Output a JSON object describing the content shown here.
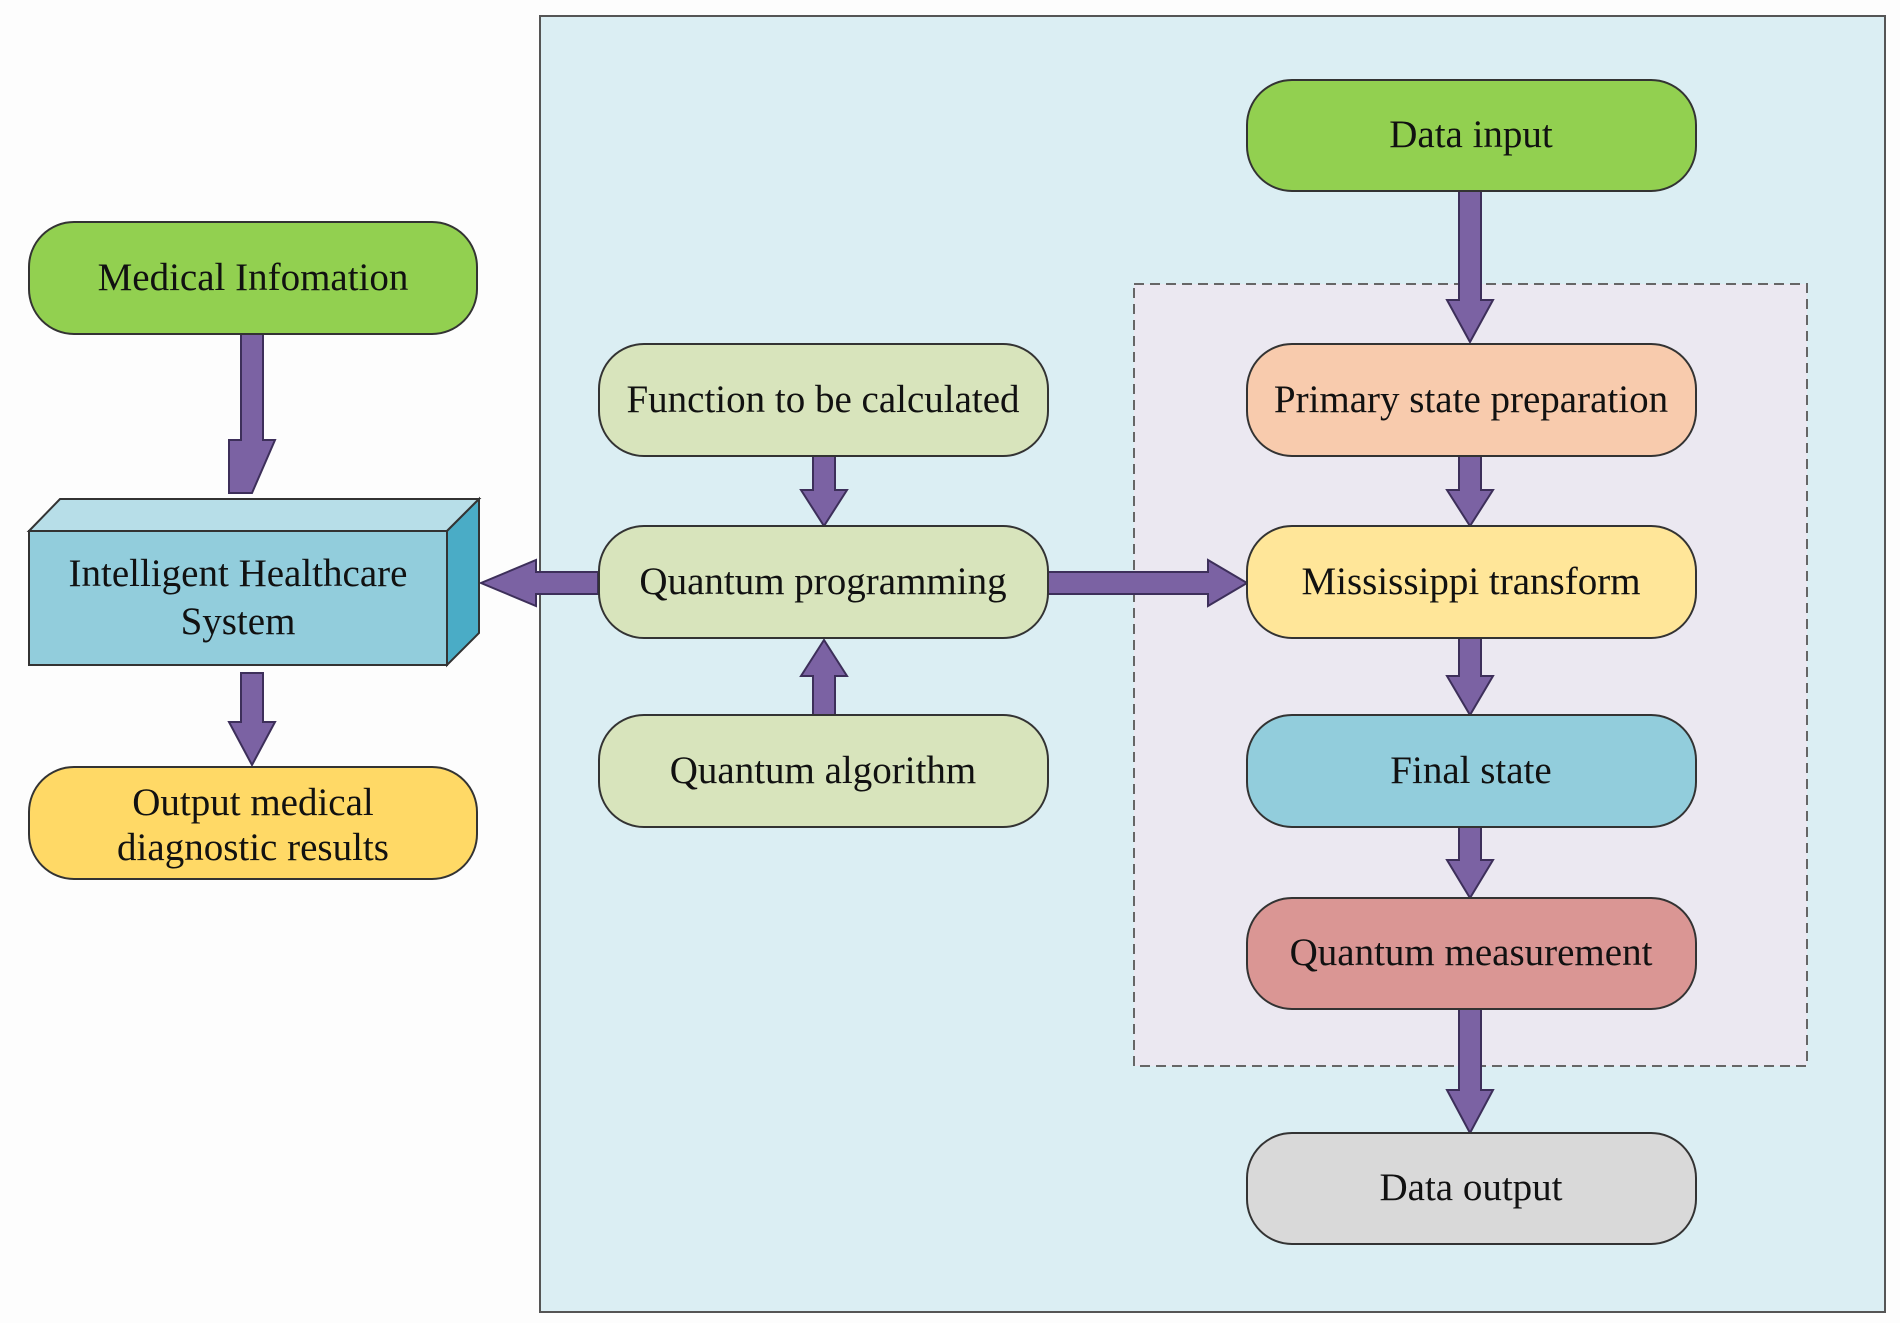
{
  "nodes": {
    "medical_information": "Medical Infomation",
    "healthcare_system_line1": "Intelligent Healthcare",
    "healthcare_system_line2": "System",
    "output_results_line1": "Output medical",
    "output_results_line2": "diagnostic results",
    "function_to_calculate": "Function to be calculated",
    "quantum_programming": "Quantum programming",
    "quantum_algorithm": "Quantum algorithm",
    "data_input": "Data input",
    "primary_state_preparation": "Primary state preparation",
    "mississippi_transform": "Mississippi transform",
    "final_state": "Final state",
    "quantum_measurement": "Quantum measurement",
    "data_output": "Data output"
  },
  "colors": {
    "green": "#92d050",
    "light_green": "#d8e4bc",
    "yellow": "#ffd966",
    "light_yellow": "#ffe699",
    "orange": "#f8cbad",
    "teal": "#92cddc",
    "red": "#da9694",
    "grey": "#d9d9d9",
    "panel": "#dbeef3",
    "dashed_region": "#ebe8f1",
    "arrow": "#7b62a3"
  }
}
